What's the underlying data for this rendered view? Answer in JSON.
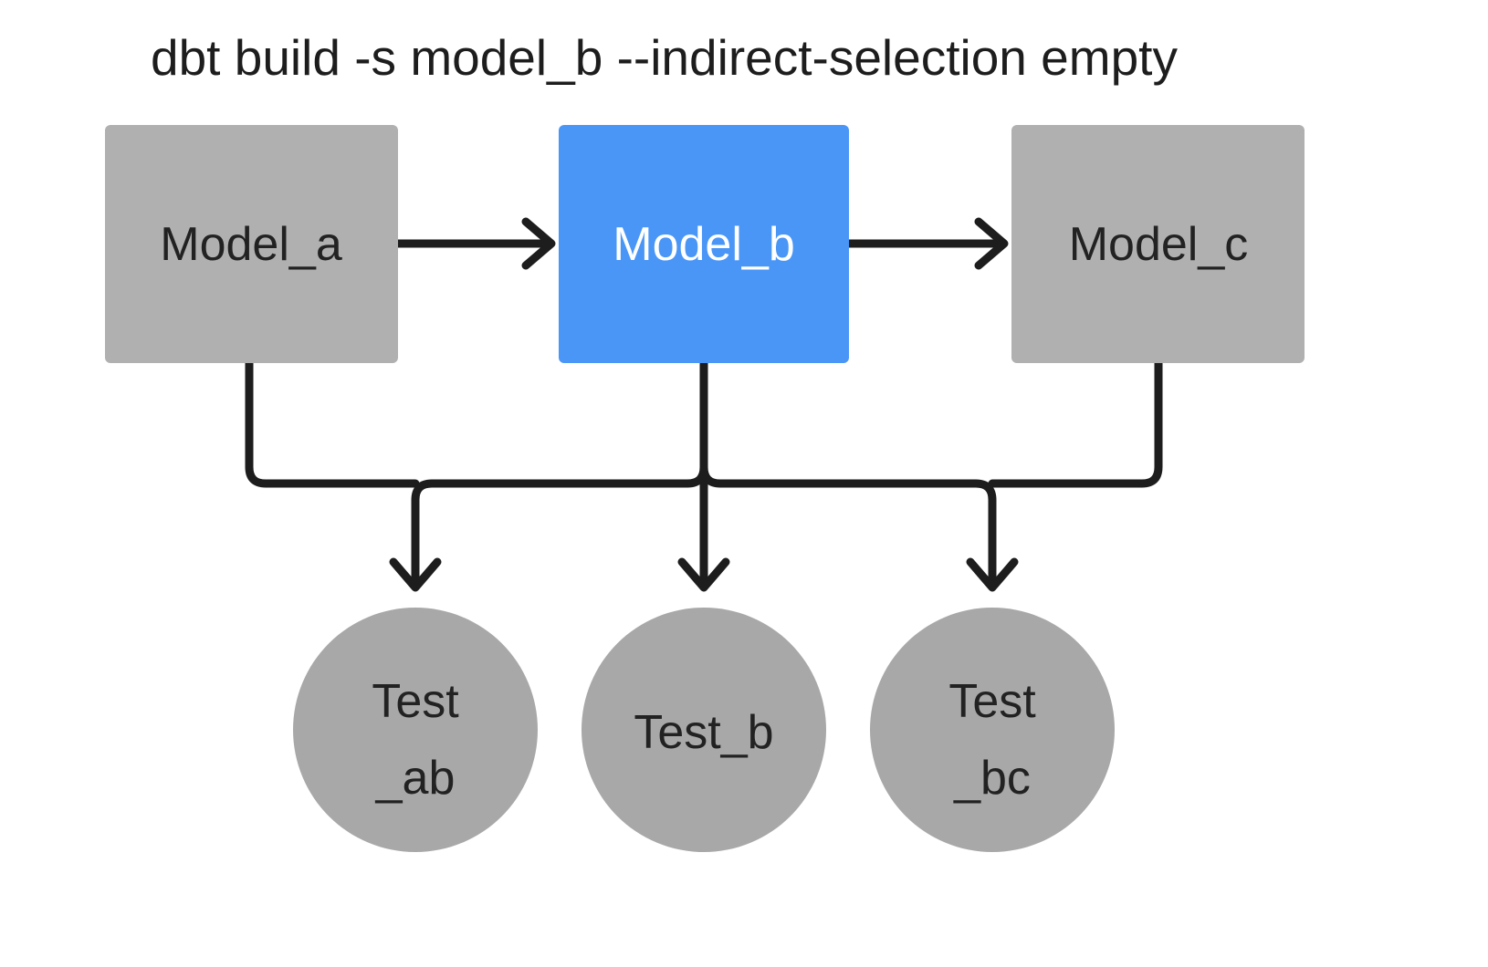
{
  "title": "dbt build -s model_b --indirect-selection empty",
  "colors": {
    "background": "#ffffff",
    "node_default": "#b0b0b0",
    "node_selected": "#4a96f7",
    "edge": "#1d1d1d",
    "text_dark": "#222222",
    "text_light": "#ffffff"
  },
  "models": [
    {
      "id": "model_a",
      "label": "Model_a",
      "state": "unselected"
    },
    {
      "id": "model_b",
      "label": "Model_b",
      "state": "selected"
    },
    {
      "id": "model_c",
      "label": "Model_c",
      "state": "unselected"
    }
  ],
  "tests": [
    {
      "id": "test_ab",
      "line1": "Test",
      "line2": "_ab",
      "state": "unselected"
    },
    {
      "id": "test_b",
      "line1": "Test_b",
      "line2": "",
      "state": "unselected"
    },
    {
      "id": "test_bc",
      "line1": "Test",
      "line2": "_bc",
      "state": "unselected"
    }
  ],
  "edges": [
    {
      "from": "model_a",
      "to": "model_b",
      "kind": "model-to-model"
    },
    {
      "from": "model_b",
      "to": "model_c",
      "kind": "model-to-model"
    },
    {
      "from": "model_a",
      "to": "test_ab",
      "kind": "model-to-test"
    },
    {
      "from": "model_b",
      "to": "test_ab",
      "kind": "model-to-test"
    },
    {
      "from": "model_b",
      "to": "test_b",
      "kind": "model-to-test"
    },
    {
      "from": "model_b",
      "to": "test_bc",
      "kind": "model-to-test"
    },
    {
      "from": "model_c",
      "to": "test_bc",
      "kind": "model-to-test"
    }
  ]
}
